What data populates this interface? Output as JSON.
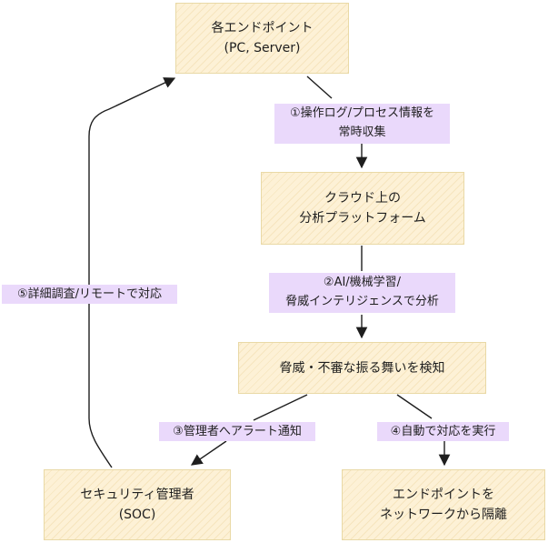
{
  "nodes": {
    "endpoints": {
      "line1": "各エンドポイント",
      "line2": "(PC, Server)"
    },
    "cloud": {
      "line1": "クラウド上の",
      "line2": "分析プラットフォーム"
    },
    "detect": {
      "line1": "脅威・不審な振る舞いを検知"
    },
    "soc": {
      "line1": "セキュリティ管理者",
      "line2": "(SOC)"
    },
    "isolate": {
      "line1": "エンドポイントを",
      "line2": "ネットワークから隔離"
    }
  },
  "edges": {
    "collect": {
      "line1": "①操作ログ/プロセス情報を",
      "line2": "常時収集"
    },
    "analyze": {
      "line1": "②AI/機械学習/",
      "line2": "脅威インテリジェンスで分析"
    },
    "notify": {
      "line1": "③管理者へアラート通知"
    },
    "auto": {
      "line1": "④自動で対応を実行"
    },
    "remote": {
      "line1": "⑤詳細調査/リモートで対応"
    }
  },
  "colors": {
    "node_fill": "#fdf1d6",
    "label_fill": "#ead9fb",
    "stroke": "#1e1e1e"
  }
}
